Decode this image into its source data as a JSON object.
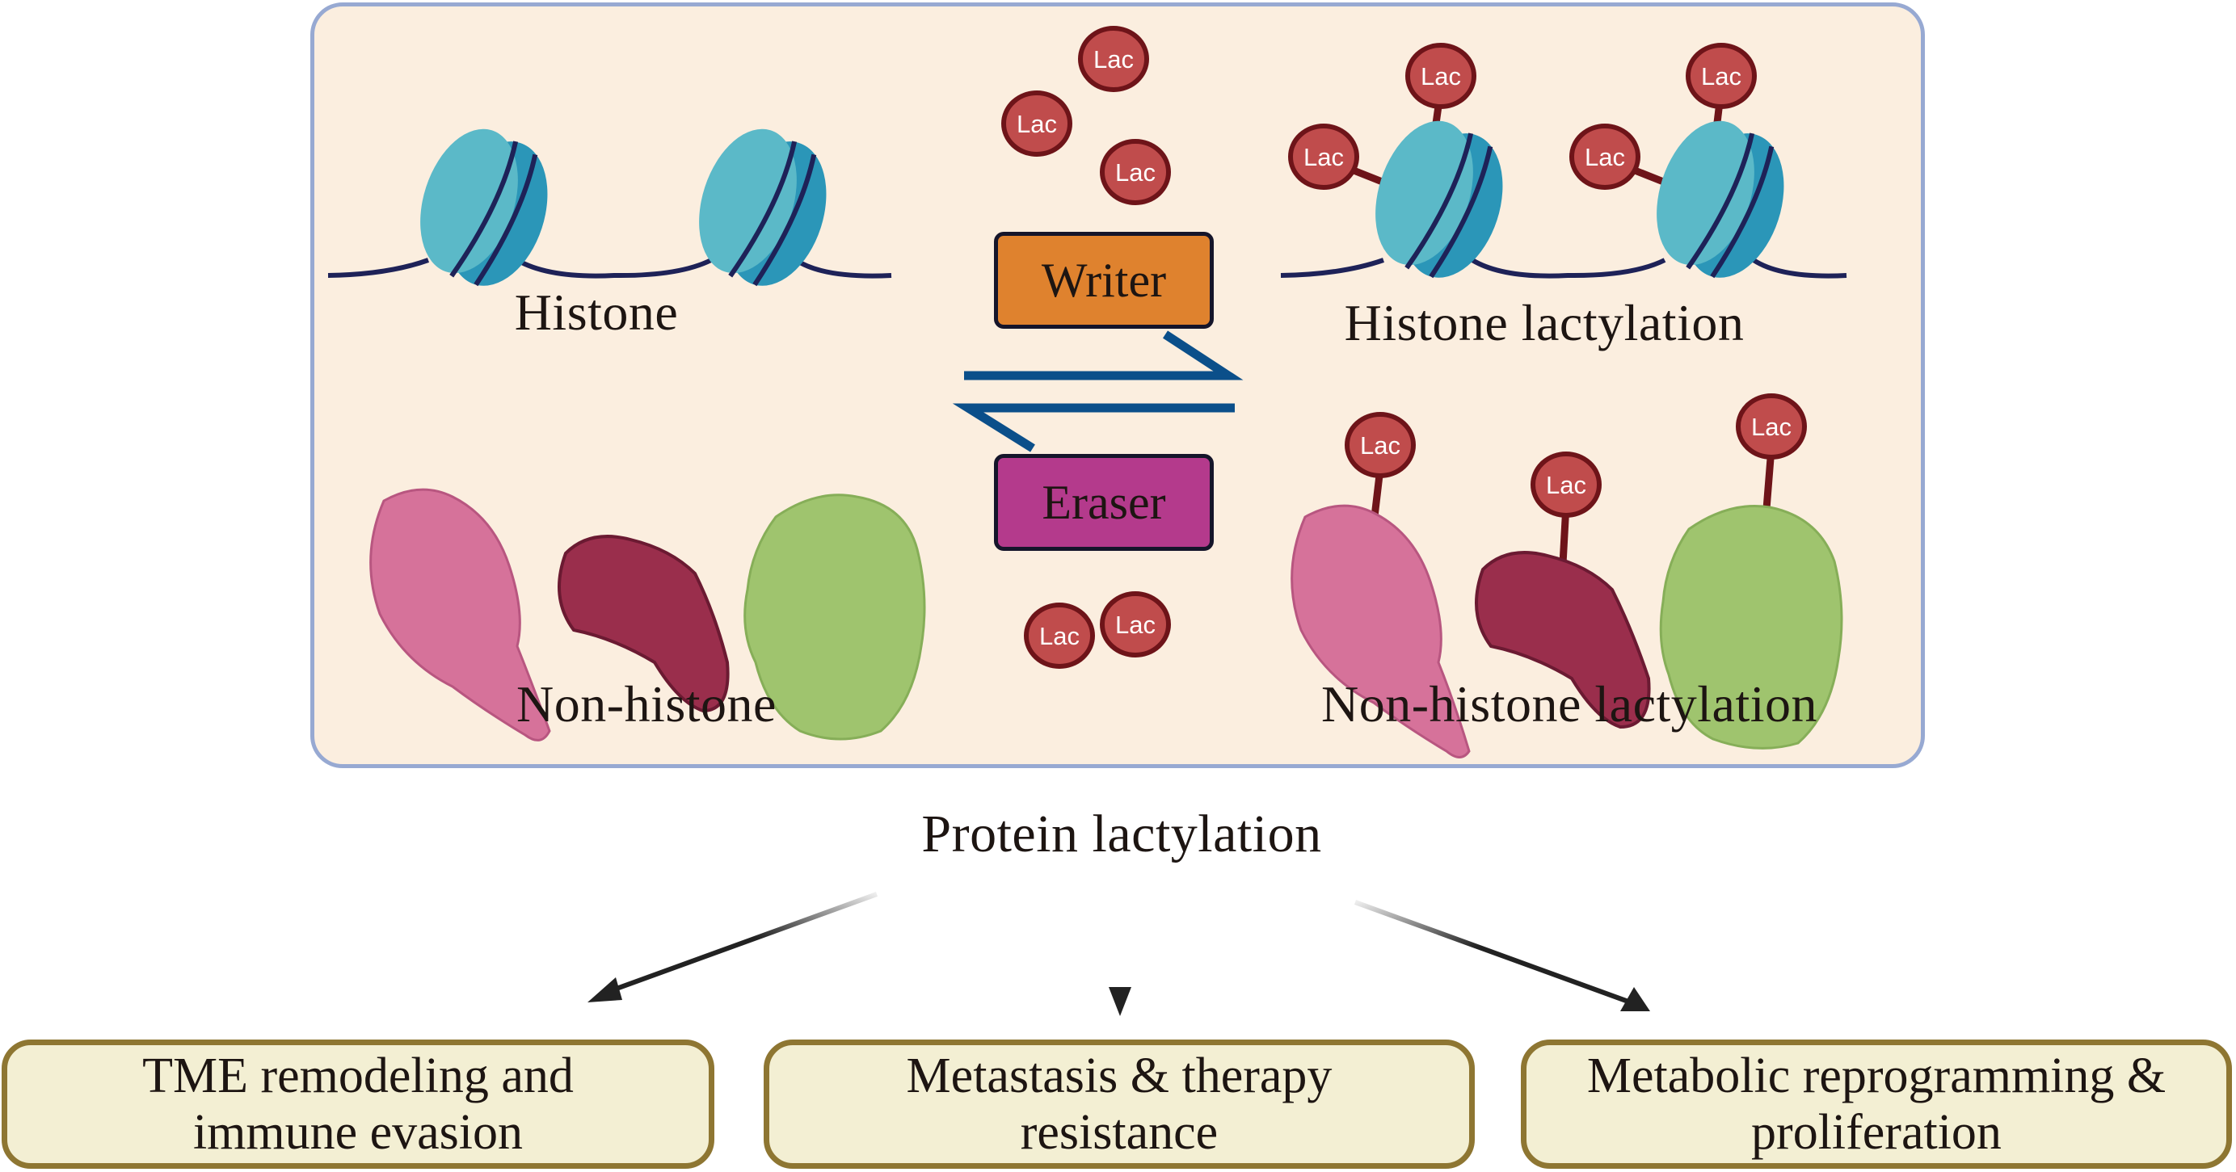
{
  "figure": {
    "panel": {
      "histone_label": "Histone",
      "non_histone_label": "Non-histone",
      "histone_lactylation_label": "Histone lactylation",
      "non_histone_lactylation_label": "Non-histone lactylation",
      "writer_label": "Writer",
      "eraser_label": "Eraser",
      "lac_label": "Lac"
    },
    "center_label": "Protein lactylation",
    "outcomes": [
      {
        "line1": "TME remodeling and",
        "line2": "immune evasion"
      },
      {
        "line1": "Metastasis & therapy",
        "line2": "resistance"
      },
      {
        "line1": "Metabolic reprogramming &",
        "line2": "proliferation"
      }
    ],
    "colors": {
      "panel_fill": "#fbeedf",
      "panel_border": "#97a9d2",
      "writer": "#df822e",
      "eraser": "#b43a8c",
      "lac_fill": "#c04c4c",
      "lac_border": "#6e1419",
      "nucleosome_light": "#5bb9c8",
      "nucleosome_dark": "#2b96b8",
      "dna": "#1e2258",
      "equilibrium_arrow": "#0b4f8a",
      "protein_pink": "#d6729a",
      "protein_maroon": "#9a2e4c",
      "protein_green": "#9fc46e",
      "outcome_fill": "#f3efd3",
      "outcome_border": "#8e7632"
    }
  }
}
